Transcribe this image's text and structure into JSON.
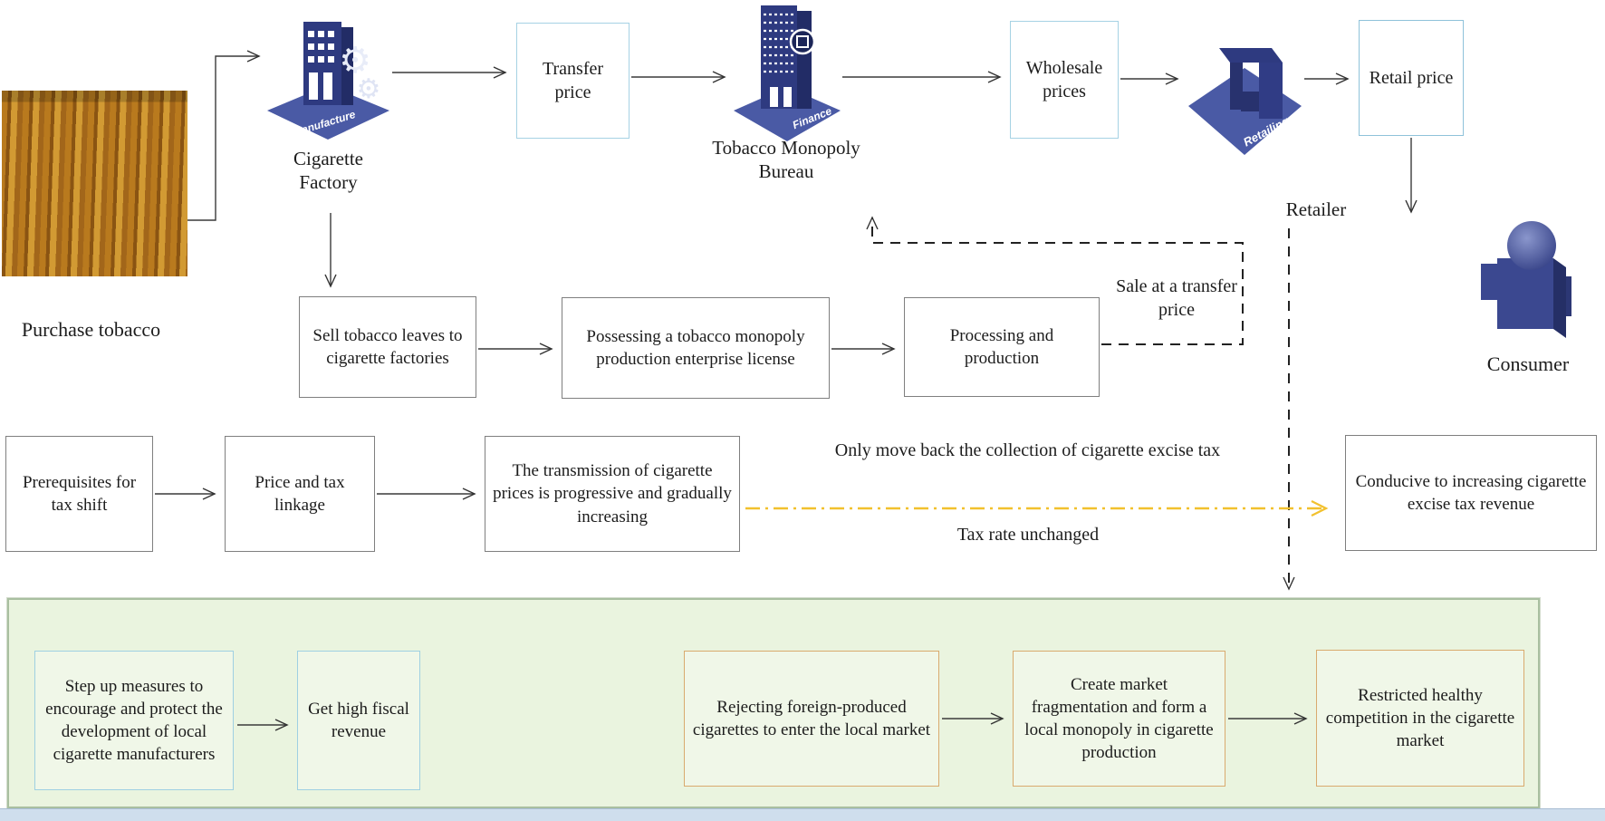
{
  "top_chain": {
    "purchase_tobacco_label": "Purchase tobacco",
    "factory": {
      "label": "Cigarette Factory",
      "icon_tag": "Manufacture"
    },
    "transfer_price": "Transfer price",
    "bureau": {
      "label": "Tobacco Monopoly Bureau",
      "icon_tag": "Finance"
    },
    "wholesale_prices": "Wholesale prices",
    "retailer": {
      "label": "Retailer",
      "icon_tag": "Retailing"
    },
    "retail_price": "Retail price",
    "consumer_label": "Consumer"
  },
  "production_row": {
    "sell_leaves": "Sell tobacco leaves to cigarette factories",
    "license": "Possessing a tobacco monopoly production enterprise license",
    "processing": "Processing and production",
    "sale_transfer": "Sale at a transfer price"
  },
  "tax_row": {
    "prerequisites": "Prerequisites for tax shift",
    "linkage": "Price and tax linkage",
    "transmission": "The transmission of cigarette prices is progressive and gradually increasing",
    "only_move_back": "Only move back the collection of cigarette excise tax",
    "tax_rate_unchanged": "Tax rate unchanged",
    "conducive": "Conducive to increasing cigarette excise tax revenue"
  },
  "outcome_panel": {
    "step_up": "Step up measures to encourage and protect the development of local cigarette manufacturers",
    "fiscal": "Get high fiscal revenue",
    "rejecting": "Rejecting foreign-produced cigarettes to enter the local market",
    "fragmentation": "Create market fragmentation and form a local monopoly in cigarette production",
    "restricted": "Restricted healthy competition in the cigarette market"
  },
  "colors": {
    "blue_box_border": "#a6d2e4",
    "gray_box_border": "#7f7f7f",
    "tan_box_border": "#d9aa6e",
    "panel_green_fill": "#eaf4df",
    "panel_green_border": "#a9bfa0",
    "orange_dash_line": "#f2c12e",
    "icon_navy": "#3b4890",
    "bottom_strip_blue": "#cfdeed"
  }
}
